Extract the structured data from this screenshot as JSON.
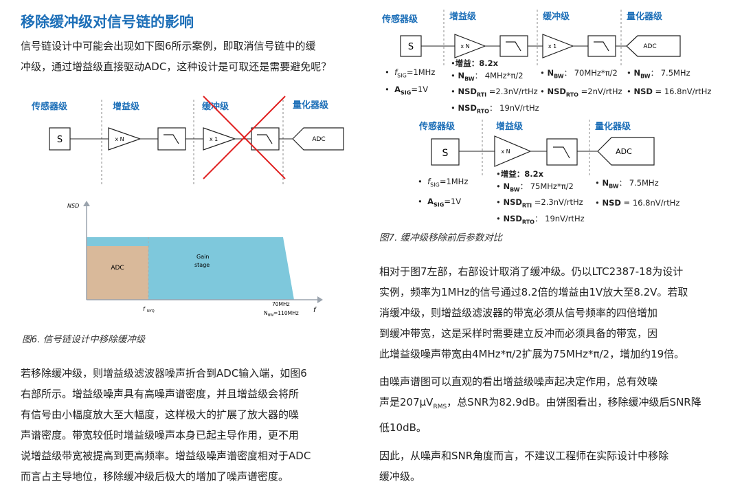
{
  "title": "移除缓冲级对信号链的影响",
  "intro": {
    "line1": "信号链设计中可能会出现如下图6所示案例，即取消信号链中的缓",
    "line2": "冲级，通过增益级直接驱动ADC，这种设计是可取还是需要避免呢？"
  },
  "fig6_chain": {
    "stages": [
      "传感器级",
      "增益级",
      "缓冲级",
      "量化器级"
    ],
    "source": "S",
    "gain": "x N",
    "buffer": "x 1",
    "adc": "ADC"
  },
  "fig6_plot": {
    "y_label": "NSD",
    "x_label": "f",
    "region_adc": "ADC",
    "region_gain_1": "Gain",
    "region_gain_2": "stage",
    "tick_fnyq": "f",
    "tick_fnyq_sub": "NYQ",
    "tick_70": "70MHz",
    "tick_nbw": "N",
    "tick_nbw_sub": "BW",
    "tick_nbw_val": "=110MHz"
  },
  "fig6_caption": "图6. 信号链设计中移除缓冲级",
  "left_para": {
    "lines": [
      "若移除缓冲级，则增益级滤波器噪声折合到ADC输入端，如图6",
      "右部所示。增益级噪声具有高噪声谱密度，并且增益级会将所",
      "有信号由小幅度放大至大幅度，这样极大的扩展了放大器的噪",
      "声谱密度。带宽较低时增益级噪声本身已起主导作用，更不用",
      "说增益级带宽被提高到更高频率。增益级噪声谱密度相对于ADC",
      "而言占主导地位，移除缓冲级后极大的增加了噪声谱密度。"
    ]
  },
  "fig7_top": {
    "stages": [
      "传感器级",
      "增益级",
      "缓冲级",
      "量化器级"
    ],
    "source": "S",
    "gain": "x N",
    "buffer": "x 1",
    "adc": "ADC",
    "sensor_params": {
      "fsig_sym": "f",
      "fsig_sub": "SIG",
      "fsig_val": "=1MHz",
      "asig_sym": "A",
      "asig_sub": "SIG",
      "asig_val": "=1V"
    },
    "gain_params": {
      "gain_label": "增益：",
      "gain_val": "8.2x",
      "nbw_sym": "N",
      "nbw_sub": "BW",
      "nbw_val": "：  4MHz*π/2",
      "nsdrti_sym": "NSD",
      "nsdrti_sub": "RTI",
      "nsdrti_val": " =2.3nV/rtHz",
      "nsdrto_sym": "NSD",
      "nsdrto_sub": "RTO",
      "nsdrto_val": "：  19nV/rtHz"
    },
    "buffer_params": {
      "nbw_sym": "N",
      "nbw_sub": "BW",
      "nbw_val": "：    70MHz*π/2",
      "nsd_sym": "NSD",
      "nsd_sub": "RTO",
      "nsd_val": " =2nV/rtHz"
    },
    "adc_params": {
      "nbw_sym": "N",
      "nbw_sub": "BW",
      "nbw_val": "：    7.5MHz",
      "nsd_label": "NSD",
      "nsd_val": " = 16.8nV/rtHz"
    }
  },
  "fig7_bottom": {
    "stages": [
      "传感器级",
      "增益级",
      "量化器级"
    ],
    "source": "S",
    "gain": "x N",
    "adc": "ADC",
    "sensor_params": {
      "fsig_sym": "f",
      "fsig_sub": "SIG",
      "fsig_val": "=1MHz",
      "asig_sym": "A",
      "asig_sub": "SIG",
      "asig_val": "=1V"
    },
    "gain_params": {
      "gain_label": "增益：",
      "gain_val": "8.2x",
      "nbw_sym": "N",
      "nbw_sub": "BW",
      "nbw_val": "：  75MHz*π/2",
      "nsdrti_sym": "NSD",
      "nsdrti_sub": "RTI",
      "nsdrti_val": " =2.3nV/rtHz",
      "nsdrto_sym": "NSD",
      "nsdrto_sub": "RTO",
      "nsdrto_val": "：  19nV/rtHz"
    },
    "adc_params": {
      "nbw_sym": "N",
      "nbw_sub": "BW",
      "nbw_val": "：    7.5MHz",
      "nsd_label": "NSD",
      "nsd_val": " = 16.8nV/rtHz"
    }
  },
  "fig7_caption": "图7. 缓冲级移除前后参数对比",
  "right_para1": {
    "lines": [
      "相对于图7左部，右部设计取消了缓冲级。仍以LTC2387-18为设计",
      "实例，频率为1MHz的信号通过8.2倍的增益由1V放大至8.2V。若取",
      "消缓冲级，则增益级滤波器的带宽必须从信号频率的四倍增加",
      "到缓冲带宽，这是采样时需要建立反冲而必须具备的带宽，因",
      "此增益级噪声带宽由4MHz*π/2扩展为75MHz*π/2，增加约19倍。"
    ]
  },
  "right_para2": {
    "line1": "由噪声谱图可以直观的看出增益级噪声起决定作用，总有效噪",
    "line2_a": "声是207μV",
    "line2_sub": "RMS",
    "line2_b": "，总SNR为82.9dB。由饼图看出，移除缓冲级后SNR降",
    "line3": "低10dB。"
  },
  "right_para3": {
    "line1": "因此，从噪声和SNR角度而言，不建议工程师在实际设计中移除",
    "line2": "缓冲级。"
  },
  "colors": {
    "title": "#1d6fb8",
    "stage_label": "#1d6fb8",
    "cross": "#e02020",
    "gain_region": "#7ec8dc",
    "adc_region": "#d9b99a",
    "arrow": "#9aa3ad"
  }
}
